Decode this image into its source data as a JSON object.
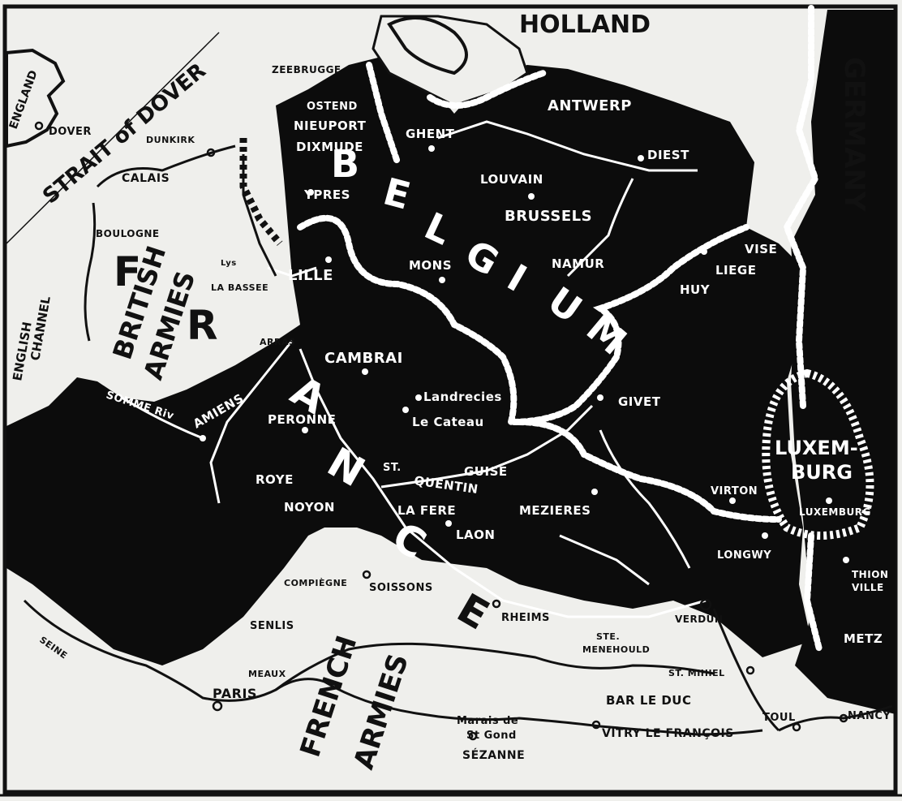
{
  "countries": {
    "holland": "HOLLAND",
    "germany": "GERMANY",
    "belgium_letters": [
      "B",
      "E",
      "L",
      "G",
      "I",
      "U",
      "M"
    ],
    "france_letters": [
      "F",
      "R",
      "A",
      "N",
      "C",
      "E"
    ],
    "england": "ENGLAND",
    "luxemburg_region": [
      "LUXEM-",
      "BURG"
    ]
  },
  "waters": {
    "strait": "STRAIT of DOVER",
    "channel": [
      "ENGLISH",
      "CHANNEL"
    ]
  },
  "armies": {
    "british": [
      "BRITISH",
      "ARMIES"
    ],
    "french": [
      "FRENCH",
      "ARMIES"
    ]
  },
  "rivers": {
    "somme": "SOMME Riv",
    "seine": "SEINE",
    "lys": "Lys"
  },
  "colors": {
    "occupied": "#0c0c0c",
    "free": "#efefec",
    "ink": "#111111"
  },
  "places": {
    "zeebrugge": "ZEEBRUGGE",
    "ostend": "OSTEND",
    "nieuport": "NIEUPORT",
    "dixmude": "DIXMUDE",
    "dover": "DOVER",
    "dunkirk": "DUNKIRK",
    "calais": "CALAIS",
    "boulogne": "BOULOGNE",
    "ypres": "YPRES",
    "ghent": "GHENT",
    "antwerp": "ANTWERP",
    "diest": "DIEST",
    "louvain": "LOUVAIN",
    "brussels": "BRUSSELS",
    "mons": "MONS",
    "namur": "NAMUR",
    "vise": "VISE",
    "liege": "LIEGE",
    "huy": "HUY",
    "lille": "LILLE",
    "labassee": "LA BASSEE",
    "arras": "ARRAS",
    "cambrai": "CAMBRAI",
    "landrecies": "Landrecies",
    "lecateau": "Le Cateau",
    "givet": "GIVET",
    "amiens": "AMIENS",
    "peronne": "PERONNE",
    "stquentin": [
      "ST.",
      "QUENTIN"
    ],
    "guise": "GUISE",
    "roye": "ROYE",
    "noyon": "NOYON",
    "lafere": "LA FERE",
    "mezieres": "MEZIERES",
    "laon": "LAON",
    "virton": "VIRTON",
    "luxemburg": "LUXEMBURG",
    "longwy": "LONGWY",
    "thionville": [
      "THION",
      "VILLE"
    ],
    "compiegne": "COMPIÈGNE",
    "soissons": "SOISSONS",
    "rheims": "RHEIMS",
    "verdun": "VERDUN",
    "senlis": "SENLIS",
    "stemenehould": [
      "STE.",
      "MENEHOULD"
    ],
    "meaux": "MEAUX",
    "stmihiel": "ST. MIHIEL",
    "metz": "METZ",
    "paris": "PARIS",
    "barleduc": "BAR LE DUC",
    "toul": "TOUL",
    "nancy": "NANCY",
    "marais": [
      "Marais de",
      "St Gond"
    ],
    "sezanne": "SÉZANNE",
    "vitry": "VITRY LE FRANÇOIS"
  }
}
